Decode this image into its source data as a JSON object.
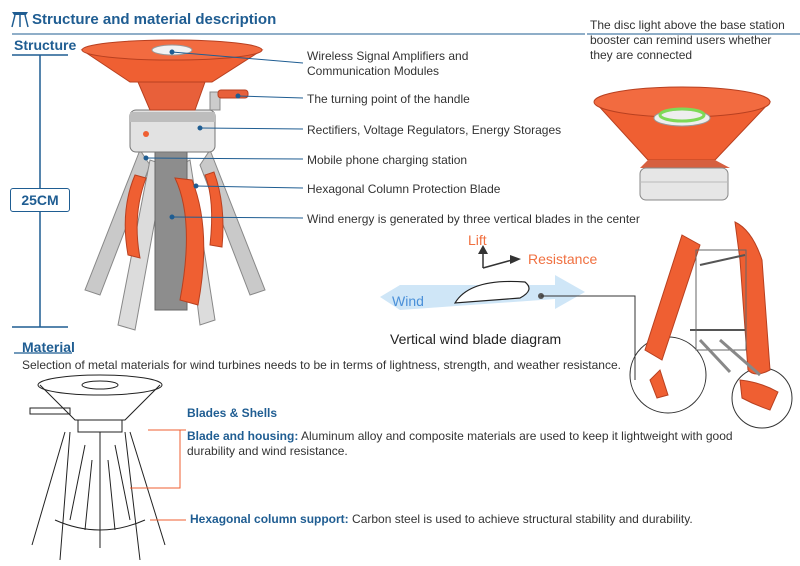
{
  "header": {
    "title": "Structure and material description",
    "structure_label": "Structure",
    "height_label": "25CM"
  },
  "callouts": [
    "Wireless Signal Amplifiers and Communication Modules",
    "The turning point of the handle",
    "Rectifiers, Voltage Regulators, Energy Storages",
    "Mobile phone charging station",
    "Hexagonal Column Protection Blade",
    "Wind energy is generated by three vertical blades in the center"
  ],
  "disc_light_note": "The disc light above the base station booster can remind users whether they are connected",
  "wind_diagram": {
    "lift": "Lift",
    "resistance": "Resistance",
    "wind": "Wind",
    "caption": "Vertical wind blade diagram"
  },
  "material": {
    "heading": "Material",
    "description": "Selection of metal materials for wind turbines needs to be in terms of lightness, strength, and weather resistance.",
    "blades_shells": "Blades & Shells",
    "blade_housing_label": "Blade and housing:",
    "blade_housing_text": "Aluminum alloy and composite materials are used to keep it lightweight with good durability and wind resistance.",
    "hex_support_label": "Hexagonal column support:",
    "hex_support_text": "Carbon steel is used to achieve structural stability and durability."
  },
  "colors": {
    "accent_blue": "#1f5d92",
    "orange": "#ef5f32",
    "wind_arrow": "#cfe6f7"
  }
}
